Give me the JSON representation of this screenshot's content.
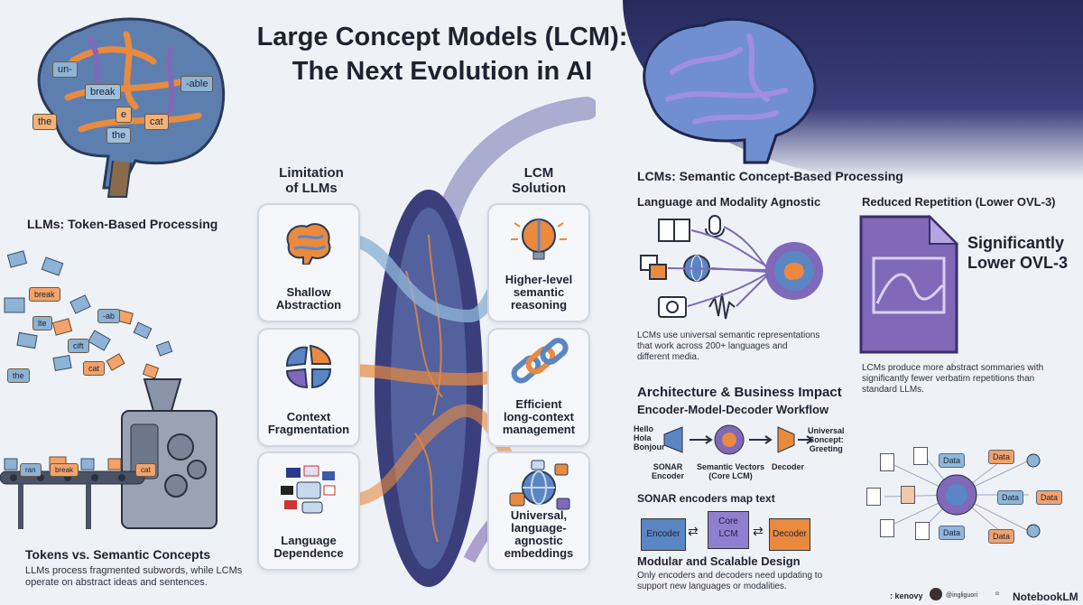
{
  "title_line1": "Large Concept Models (LCM):",
  "title_line2": "The Next Evolution in AI",
  "left": {
    "brain_tokens": [
      "un-",
      "break",
      "-able",
      "the",
      "cat",
      "the",
      "e"
    ],
    "llm_label": "LLMs: Token-Based Processing",
    "scatter_tokens": [
      "break",
      "lte",
      "cift",
      "-ab",
      "the",
      "cat",
      "ran",
      "break",
      "cat"
    ],
    "tokens_title": "Tokens vs. Semantic Concepts",
    "tokens_desc_1": "LLMs process fragmented subwords, while LCMs",
    "tokens_desc_2": "operate on abstract ideas and sentences."
  },
  "middle": {
    "limit_head_1": "Limitation",
    "limit_head_2": "of LLMs",
    "lcm_head_1": "LCM",
    "lcm_head_2": "Solution",
    "limitations": [
      {
        "l1": "Shallow",
        "l2": "Abstraction",
        "l3": ""
      },
      {
        "l1": "Context",
        "l2": "Fragmentation",
        "l3": ""
      },
      {
        "l1": "Language",
        "l2": "Dependence",
        "l3": ""
      }
    ],
    "solutions": [
      {
        "l1": "Higher-level",
        "l2": "semantic",
        "l3": "reasoning"
      },
      {
        "l1": "Efficient",
        "l2": "long-context",
        "l3": "management"
      },
      {
        "l1": "Universal,",
        "l2": "language-agnostic",
        "l3": "embeddings"
      }
    ]
  },
  "right": {
    "lcm_label": "LCMs: Semantic Concept-Based Processing",
    "lang_title": "Language and Modality Agnostic",
    "lang_desc_1": "LCMs use universal semantic representations",
    "lang_desc_2": "that work across 200+ languages and",
    "lang_desc_3": "different media.",
    "rep_title": "Reduced Repetition (Lower OVL-3)",
    "rep_big_1": "Significantly",
    "rep_big_2": "Lower OVL-3",
    "rep_desc_1": "LCMs produce more abstract sommaries with",
    "rep_desc_2": "significantly fewer verbatim repetitions than",
    "rep_desc_3": "standard LLMs.",
    "arch_title": "Architecture & Business Impact",
    "workflow_title": "Encoder-Model-Decoder Workflow",
    "hello": [
      "Hello",
      "Hola",
      "Bonjour"
    ],
    "sonar_1": "SONAR",
    "sonar_2": "Encoder",
    "vectors_1": "Semantic Vectors",
    "vectors_2": "(Core LCM)",
    "decoder": "Decoder",
    "universal_1": "Universal",
    "universal_2": "Concept:",
    "universal_3": "Greeting",
    "sonar_map": "SONAR encoders map text",
    "box_encoder": "Encoder",
    "box_core_1": "Core",
    "box_core_2": "LCM",
    "box_decoder": "Decoder",
    "modular_title": "Modular and Scalable Design",
    "modular_desc_1": "Only encoders and decoders need updating to",
    "modular_desc_2": "support new languages or modalities.",
    "data_chip": "Data"
  },
  "footer": {
    "brand_left": ": kenovy",
    "handle": "@ingliguori",
    "notebook": "NotebookLM"
  },
  "colors": {
    "navy": "#262a5c",
    "blue": "#5b86c4",
    "orange": "#e98a3f",
    "purple": "#7f69b8"
  }
}
